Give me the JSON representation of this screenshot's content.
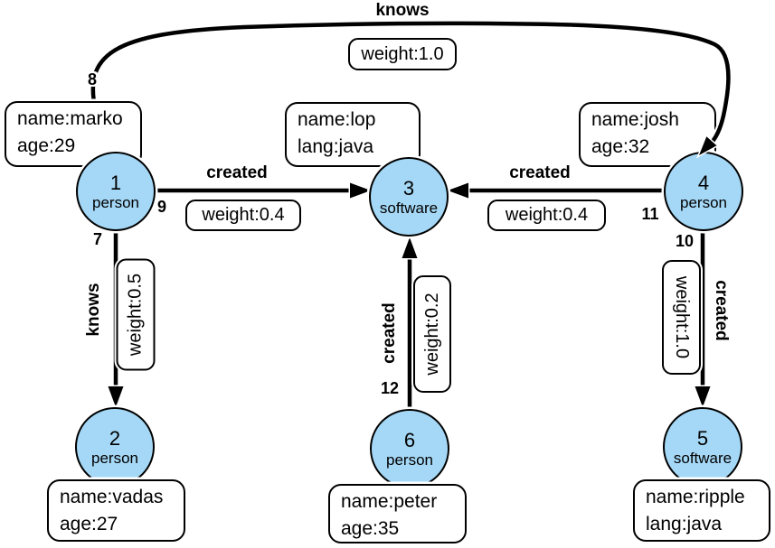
{
  "diagram": {
    "kind": "property-graph",
    "node_fill_color": "#a5d8f6",
    "edge_color": "#000000",
    "label_halo_color": "#ffffff"
  },
  "nodes": [
    {
      "id": "1",
      "label": "person",
      "props": [
        "name:marko",
        "age:29"
      ]
    },
    {
      "id": "2",
      "label": "person",
      "props": [
        "name:vadas",
        "age:27"
      ]
    },
    {
      "id": "3",
      "label": "software",
      "props": [
        "name:lop",
        "lang:java"
      ]
    },
    {
      "id": "4",
      "label": "person",
      "props": [
        "name:josh",
        "age:32"
      ]
    },
    {
      "id": "5",
      "label": "software",
      "props": [
        "name:ripple",
        "lang:java"
      ]
    },
    {
      "id": "6",
      "label": "person",
      "props": [
        "name:peter",
        "age:35"
      ]
    }
  ],
  "edges": [
    {
      "id": "8",
      "label": "knows",
      "weight": "weight:1.0",
      "from": "1",
      "to": "4"
    },
    {
      "id": "9",
      "label": "created",
      "weight": "weight:0.4",
      "from": "1",
      "to": "3"
    },
    {
      "id": "11",
      "label": "created",
      "weight": "weight:0.4",
      "from": "4",
      "to": "3"
    },
    {
      "id": "7",
      "label": "knows",
      "weight": "weight:0.5",
      "from": "1",
      "to": "2"
    },
    {
      "id": "12",
      "label": "created",
      "weight": "weight:0.2",
      "from": "6",
      "to": "3"
    },
    {
      "id": "10",
      "label": "created",
      "weight": "weight:1.0",
      "from": "4",
      "to": "5"
    }
  ]
}
